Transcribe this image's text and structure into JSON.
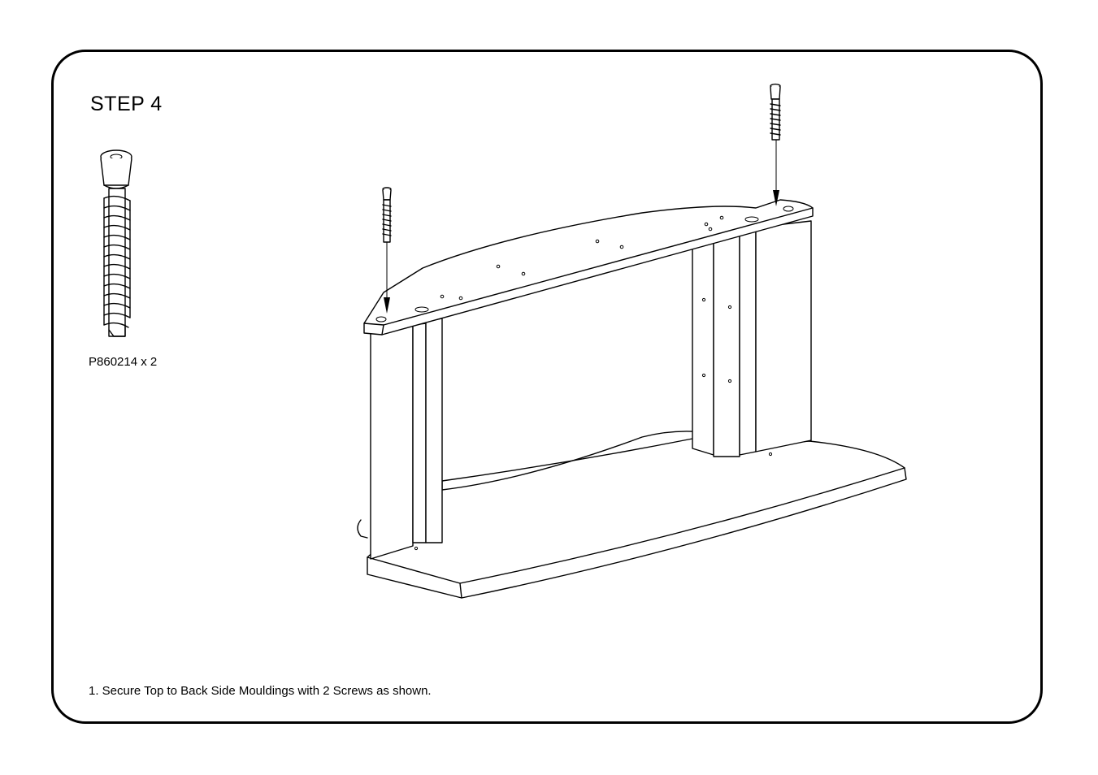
{
  "step": {
    "title": "STEP 4"
  },
  "hardware": {
    "part_label": "P860214 x 2",
    "icon": "screw-icon"
  },
  "instructions": [
    "1. Secure Top to Back Side Mouldings with 2 Screws as shown."
  ]
}
